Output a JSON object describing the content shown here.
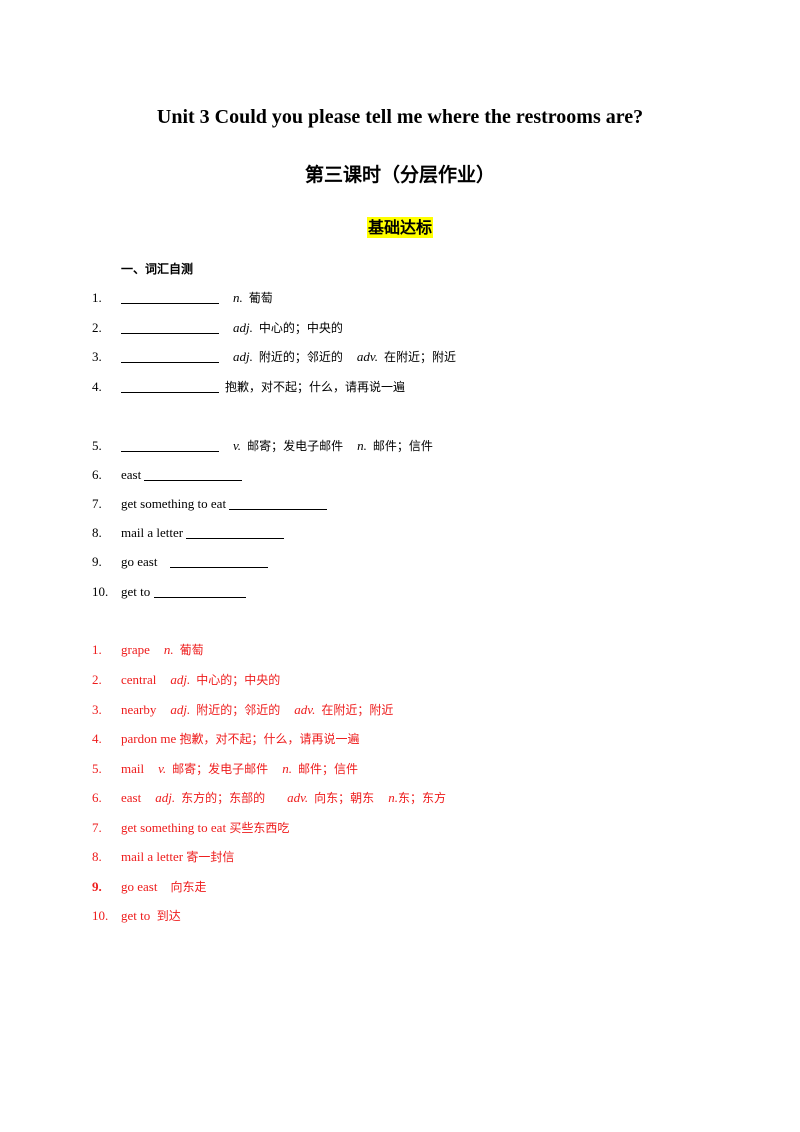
{
  "title": "Unit  3  Could you please tell me where the restrooms are?",
  "subtitle": "第三课时（分层作业）",
  "level_badge": "基础达标",
  "section_heading": "一、词汇自测",
  "questions": [
    {
      "num": "1.",
      "pos1": "n.",
      "def1": "葡萄"
    },
    {
      "num": "2.",
      "pos1": "adj.",
      "def1": "中心的；中央的"
    },
    {
      "num": "3.",
      "pos1": "adj.",
      "def1": "附近的；邻近的",
      "pos2": "adv.",
      "def2": "在附近；附近"
    },
    {
      "num": "4.",
      "def1": "抱歉，对不起；什么，请再说一遍"
    },
    {
      "num": "5.",
      "pos1": "v.",
      "def1": "邮寄；发电子邮件",
      "pos2": "n.",
      "def2": "邮件；信件"
    },
    {
      "num": "6.",
      "phrase": "east"
    },
    {
      "num": "7.",
      "phrase": "get something to eat"
    },
    {
      "num": "8.",
      "phrase": "mail a letter"
    },
    {
      "num": "9.",
      "phrase": "go east"
    },
    {
      "num": "10.",
      "phrase": "get  to"
    }
  ],
  "answers": [
    {
      "num": "1.",
      "word": "grape",
      "pos1": "n.",
      "def1": "葡萄"
    },
    {
      "num": "2.",
      "word": "central",
      "pos1": "adj.",
      "def1": "中心的；中央的"
    },
    {
      "num": "3.",
      "word": "nearby",
      "pos1": "adj.",
      "def1": "附近的；邻近的",
      "pos2": "adv.",
      "def2": "在附近；附近"
    },
    {
      "num": "4.",
      "word": "pardon me",
      "def1": "抱歉，对不起；什么，请再说一遍"
    },
    {
      "num": "5.",
      "word": "mail",
      "pos1": "v.",
      "def1": "邮寄；发电子邮件",
      "pos2": "n.",
      "def2": "邮件；信件"
    },
    {
      "num": "6.",
      "word": "east",
      "pos1": "adj.",
      "def1": "东方的；东部的",
      "pos2": "adv.",
      "def2": "向东；朝东",
      "pos3": "n.",
      "def3": "东；东方"
    },
    {
      "num": "7.",
      "word": "get something to eat",
      "def1": "买些东西吃"
    },
    {
      "num": "8.",
      "word": "mail a letter",
      "def1": "寄一封信"
    },
    {
      "num": "9.",
      "word": "go east",
      "def1": "向东走"
    },
    {
      "num": "10.",
      "word": "get  to",
      "def1": "到达"
    }
  ]
}
